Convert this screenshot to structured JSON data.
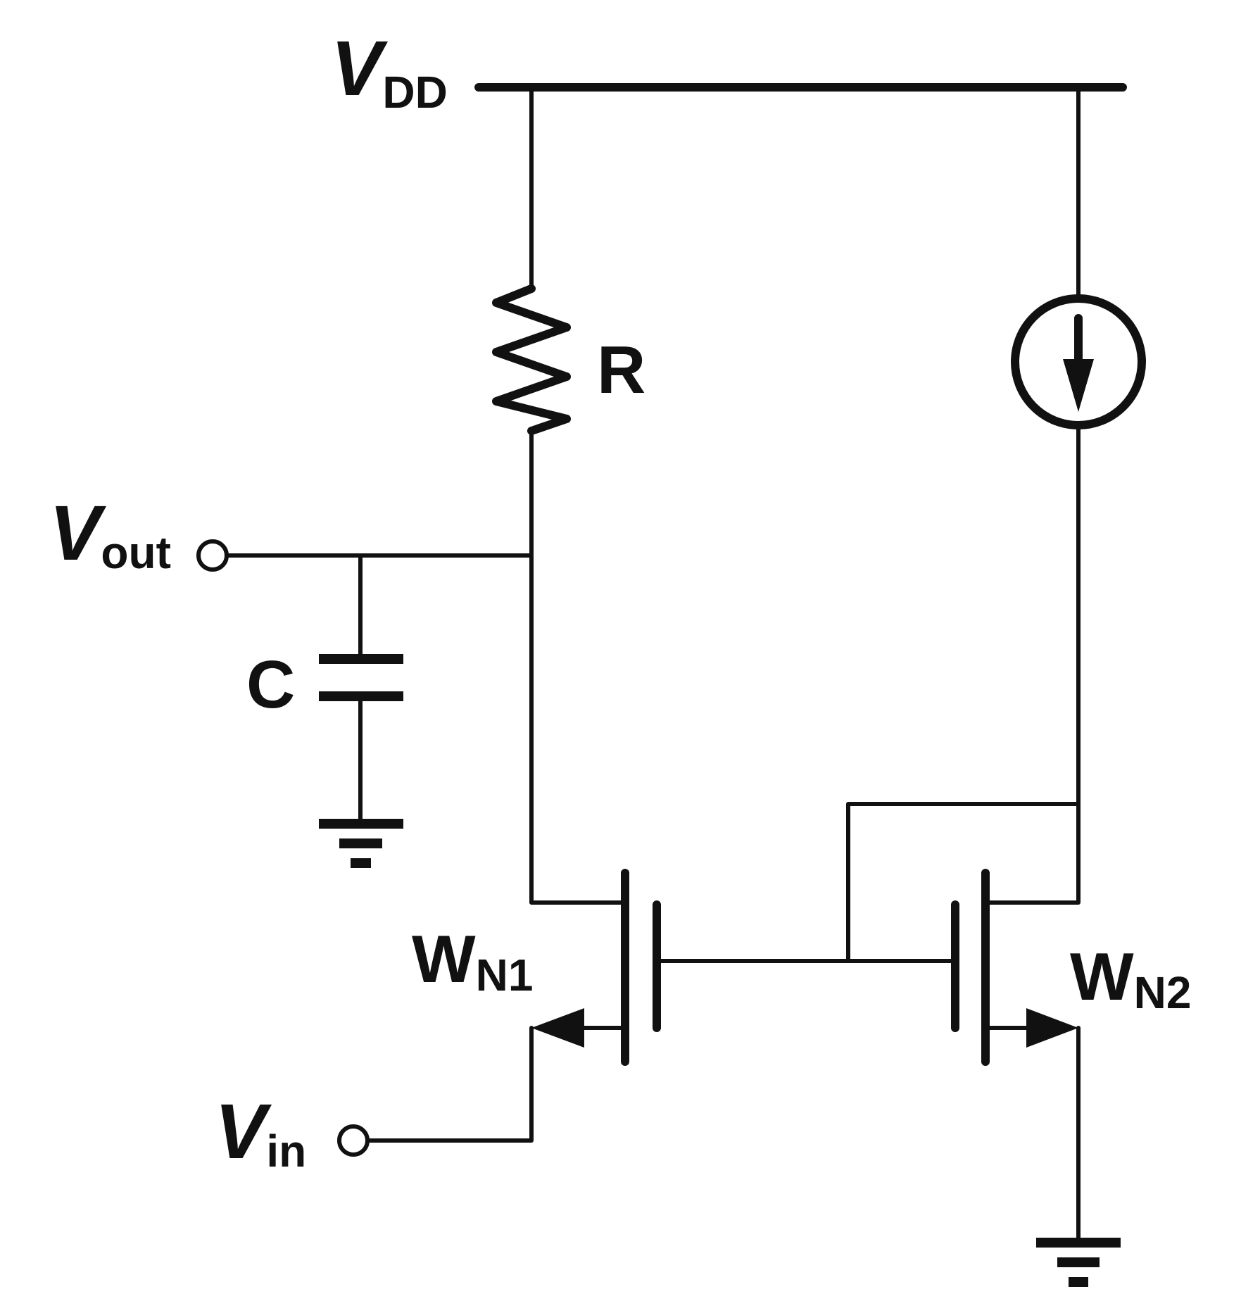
{
  "labels": {
    "vdd": {
      "main": "V",
      "sub": "DD"
    },
    "vout": {
      "main": "V",
      "sub": "out"
    },
    "vin": {
      "main": "V",
      "sub": "in"
    },
    "resistor": "R",
    "capacitor": "C",
    "wn1": {
      "main": "W",
      "sub": "N1"
    },
    "wn2": {
      "main": "W",
      "sub": "N2"
    }
  }
}
